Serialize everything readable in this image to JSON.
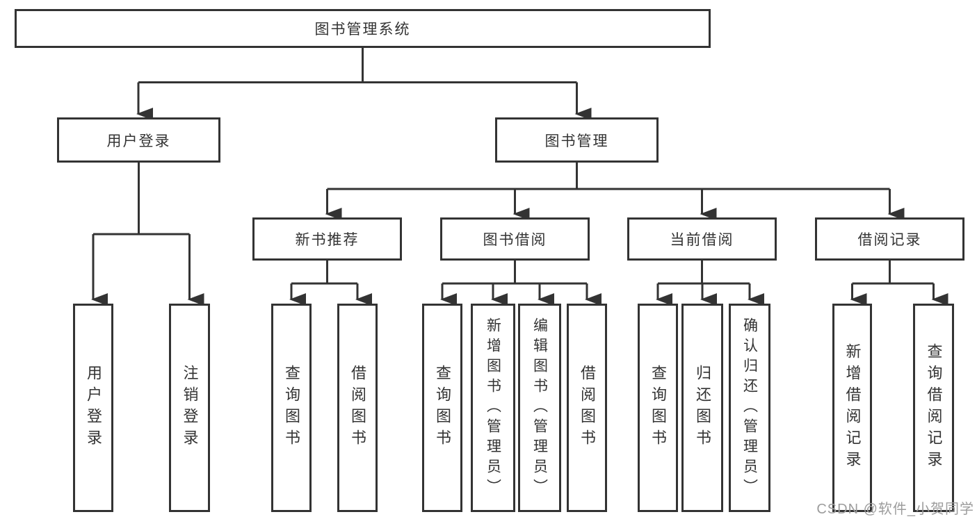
{
  "colors": {
    "line": "#333333",
    "border": "#333333",
    "text": "#333333",
    "background": "#ffffff",
    "watermark": "#9c9c9c"
  },
  "diagram": {
    "type": "tree",
    "root": {
      "label": "图书管理系统"
    },
    "level2": [
      {
        "id": "user-login",
        "label": "用户登录",
        "parent": "图书管理系统"
      },
      {
        "id": "book-management",
        "label": "图书管理",
        "parent": "图书管理系统"
      }
    ],
    "level3": [
      {
        "id": "new-book-recommend",
        "label": "新书推荐",
        "parent": "图书管理"
      },
      {
        "id": "book-borrow",
        "label": "图书借阅",
        "parent": "图书管理"
      },
      {
        "id": "current-borrow",
        "label": "当前借阅",
        "parent": "图书管理"
      },
      {
        "id": "borrow-records",
        "label": "借阅记录",
        "parent": "图书管理"
      }
    ],
    "leaves": [
      {
        "id": "leaf-user-login",
        "label": "用户登录",
        "parent": "用户登录"
      },
      {
        "id": "leaf-logout",
        "label": "注销登录",
        "parent": "用户登录"
      },
      {
        "id": "leaf-query-book-1",
        "label": "查询图书",
        "parent": "新书推荐"
      },
      {
        "id": "leaf-borrow-book-1",
        "label": "借阅图书",
        "parent": "新书推荐"
      },
      {
        "id": "leaf-query-book-2",
        "label": "查询图书",
        "parent": "图书借阅"
      },
      {
        "id": "leaf-add-book",
        "label": "新增图书（管理员）",
        "parent": "图书借阅"
      },
      {
        "id": "leaf-edit-book",
        "label": "编辑图书（管理员）",
        "parent": "图书借阅"
      },
      {
        "id": "leaf-borrow-book-2",
        "label": "借阅图书",
        "parent": "图书借阅"
      },
      {
        "id": "leaf-query-book-3",
        "label": "查询图书",
        "parent": "当前借阅"
      },
      {
        "id": "leaf-return-book",
        "label": "归还图书",
        "parent": "当前借阅"
      },
      {
        "id": "leaf-confirm-return",
        "label": "确认归还（管理员）",
        "parent": "当前借阅"
      },
      {
        "id": "leaf-add-borrow-record",
        "label": "新增借阅记录",
        "parent": "借阅记录"
      },
      {
        "id": "leaf-query-borrow-record",
        "label": "查询借阅记录",
        "parent": "借阅记录"
      }
    ]
  },
  "watermark": {
    "text": "CSDN @软件_小贺同学"
  }
}
